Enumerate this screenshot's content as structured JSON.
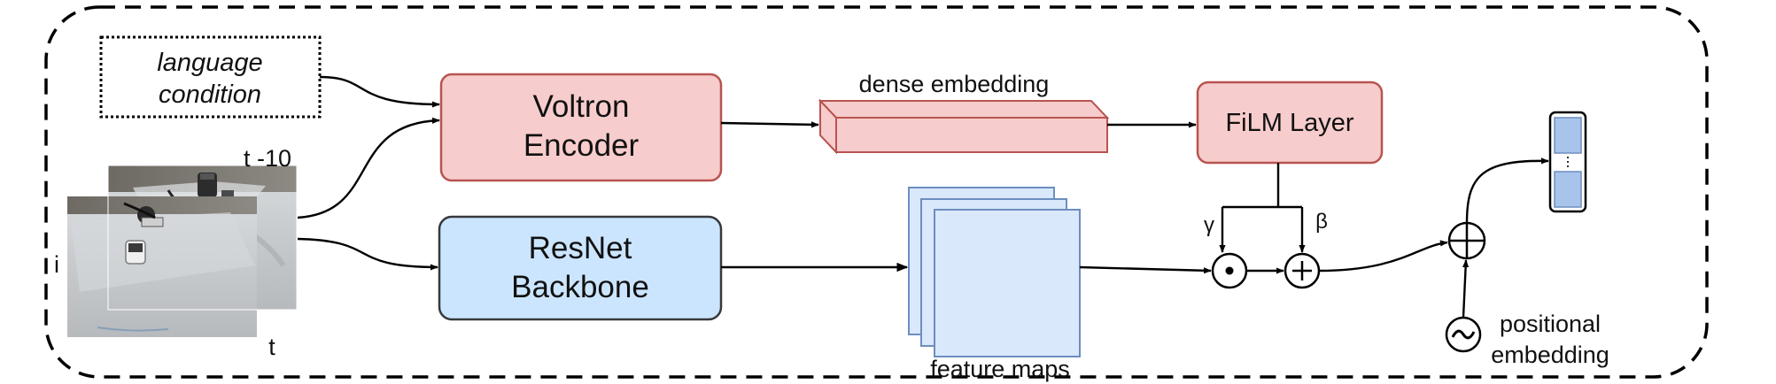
{
  "inputs": {
    "language_condition": [
      "language",
      "condition"
    ],
    "frame_label_past": "t -10",
    "frame_label_current": "t",
    "camera_label": "i"
  },
  "blocks": {
    "voltron_encoder": [
      "Voltron",
      "Encoder"
    ],
    "resnet_backbone": [
      "ResNet",
      "Backbone"
    ],
    "film_layer": "FiLM Layer"
  },
  "labels": {
    "dense_embedding": "dense embedding",
    "feature_maps": "feature maps",
    "gamma": "γ",
    "beta": "β",
    "positional_embedding": [
      "positional",
      "embedding"
    ]
  },
  "operators": {
    "multiply": "⊙",
    "add": "+",
    "concat": "⊕",
    "sinusoid": "~"
  },
  "colors": {
    "voltron_fill": "#f7cccc",
    "voltron_stroke": "#b85450",
    "resnet_fill": "#cce5ff",
    "resnet_stroke": "#36393d",
    "feature_fill": "#dae8fc",
    "feature_stroke": "#6c8ebf",
    "token_fill": "#a9c4eb"
  }
}
